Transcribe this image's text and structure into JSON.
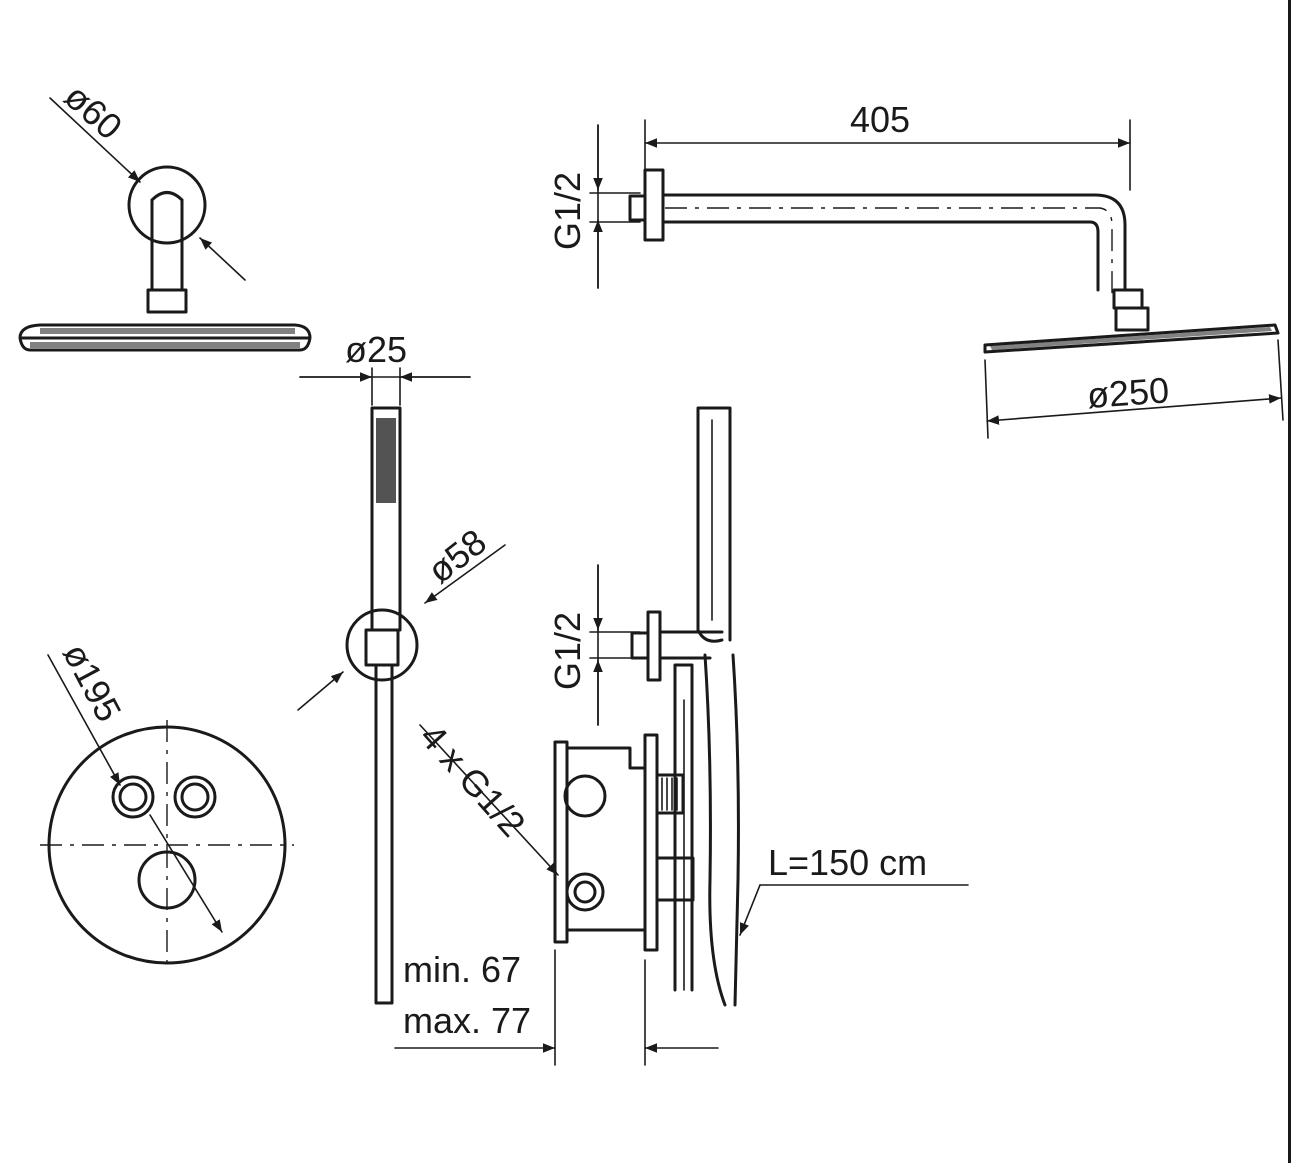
{
  "diagram": {
    "colors": {
      "ink": "#1a1a1a",
      "background": "#ffffff"
    },
    "labels": {
      "shower_arm_length": "405",
      "head_diameter": "ø250",
      "wall_connection_top": "G1/2",
      "ceiling_flange_diameter": "ø60",
      "hand_shower_diameter": "ø25",
      "holder_diameter": "ø58",
      "wall_connection_bottom": "G1/2",
      "valve_connections": "4 x G1/2",
      "plate_diameter": "ø195",
      "hose_length": "L=150 cm",
      "depth_min": "min. 67",
      "depth_max": "max. 77"
    }
  }
}
